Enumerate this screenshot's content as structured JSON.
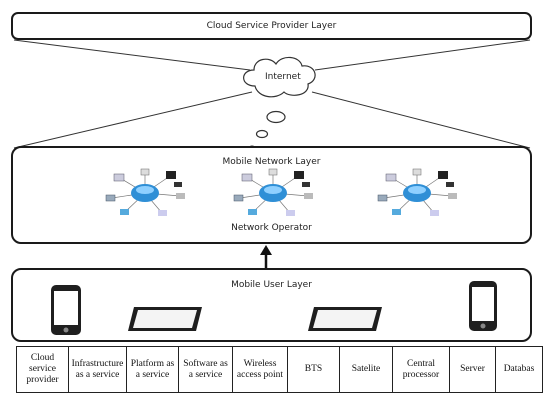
{
  "cloud_layer": {
    "title": "Cloud Service Provider Layer"
  },
  "internet": {
    "label": "Internet"
  },
  "mobile_network_layer": {
    "title": "Mobile Network Layer",
    "operator": "Network Operator"
  },
  "mobile_user_layer": {
    "title": "Mobile User Layer"
  },
  "table": {
    "cells": [
      "Cloud service provider",
      "Infrastructure as a service",
      "Platform as a service",
      "Software as a service",
      "Wireless access point",
      "BTS",
      "Satelite",
      "Central processor",
      "Server",
      "Databas"
    ]
  },
  "colors": {
    "border": "#1a1a1a",
    "network_blue": "#2f8fd6",
    "device_dark": "#1f1f1f"
  }
}
